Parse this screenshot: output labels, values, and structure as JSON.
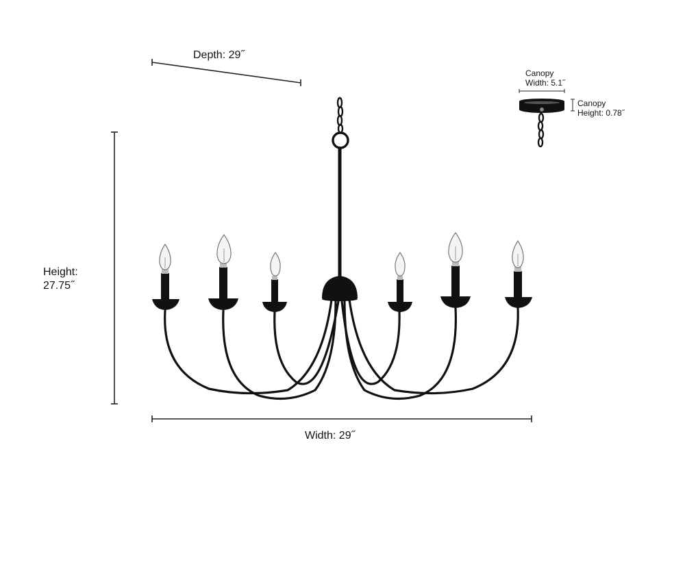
{
  "dimensions": {
    "depth": "Depth: 29˝",
    "height_label": "Height:",
    "height_value": "27.75˝",
    "width": "Width: 29˝",
    "canopy_width_label": "Canopy",
    "canopy_width_value": "Width: 5.1˝",
    "canopy_height_label": "Canopy",
    "canopy_height_value": "Height: 0.78˝"
  },
  "colors": {
    "fixture": "#111111",
    "glass": "#f4f4f4",
    "dimension_line": "#222222"
  }
}
